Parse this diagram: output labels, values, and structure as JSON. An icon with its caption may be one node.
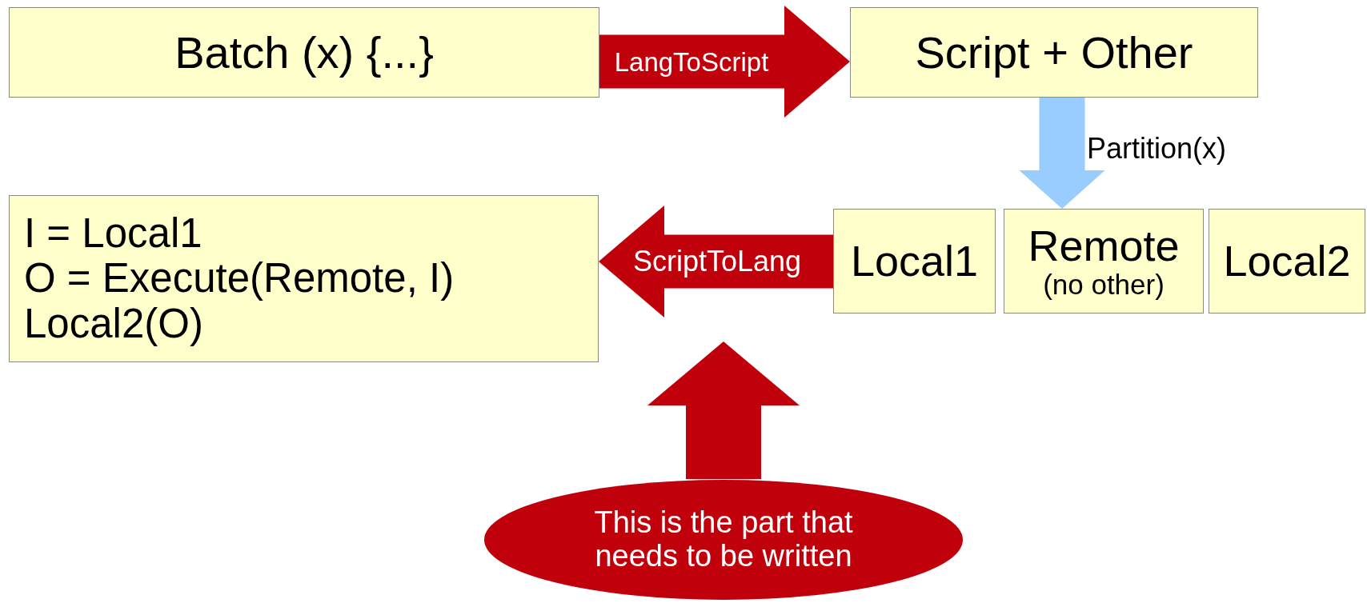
{
  "diagram": {
    "nodes": [
      {
        "text": [
          "Batch (x) {...}"
        ]
      },
      {
        "text": [
          "Script + Other"
        ]
      },
      {
        "text": [
          "I = Local1",
          "O = Execute(Remote, I)",
          "Local2(O)"
        ]
      },
      {
        "text": [
          "Local1"
        ]
      },
      {
        "text": [
          "Remote",
          "(no other)"
        ]
      },
      {
        "text": [
          "Local2"
        ]
      },
      {
        "text": [
          "This is the part that needs to be written"
        ]
      }
    ],
    "edges": [
      {
        "from": 0,
        "to": 1,
        "arrow": "to",
        "label": "LangToScript"
      },
      {
        "from": 1,
        "to": 4,
        "arrow": "to",
        "label": "Partition(x)",
        "color": "#99ccff"
      },
      {
        "from": 3,
        "to": 2,
        "arrow": "to",
        "label": "ScriptToLang"
      },
      {
        "from": 6,
        "to": null,
        "arrow": "to"
      }
    ]
  }
}
